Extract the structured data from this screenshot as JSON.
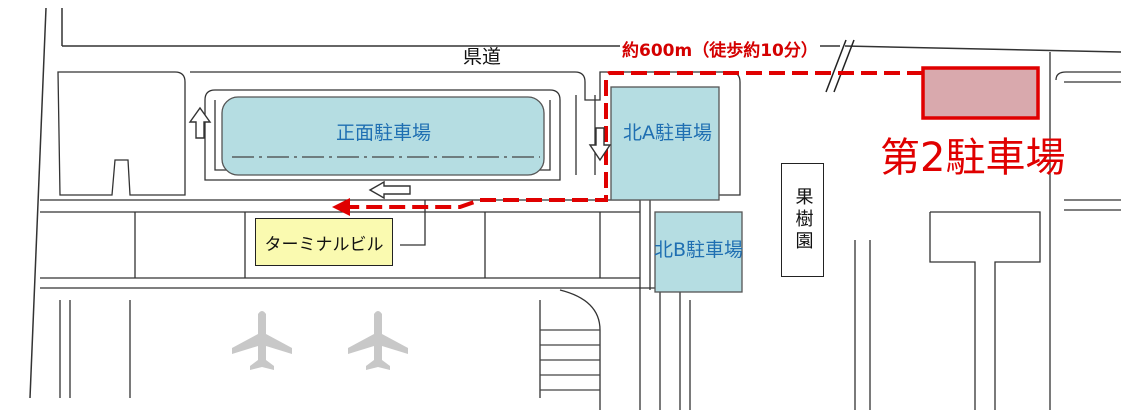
{
  "map": {
    "road_label": "県道",
    "walk_label": "約600m（徒歩約10分）",
    "parking_main": "正面駐車場",
    "parking_north_a": "北A駐車場",
    "parking_north_b": "北B駐車場",
    "parking_second": "第2駐車場",
    "terminal_label": "ターミナルビル",
    "orchard_label": "果樹園"
  },
  "colors": {
    "parking_fill": "#b5dde2",
    "route_red": "#e00000",
    "label_blue": "#1f6fb2",
    "terminal_fill": "#fafab0",
    "second_lot_fill": "#d9a9ad",
    "plane_gray": "#c8c8c8"
  },
  "icons": [
    "airplane-icon",
    "airplane-icon",
    "direction-arrow-icon",
    "direction-arrow-icon"
  ]
}
